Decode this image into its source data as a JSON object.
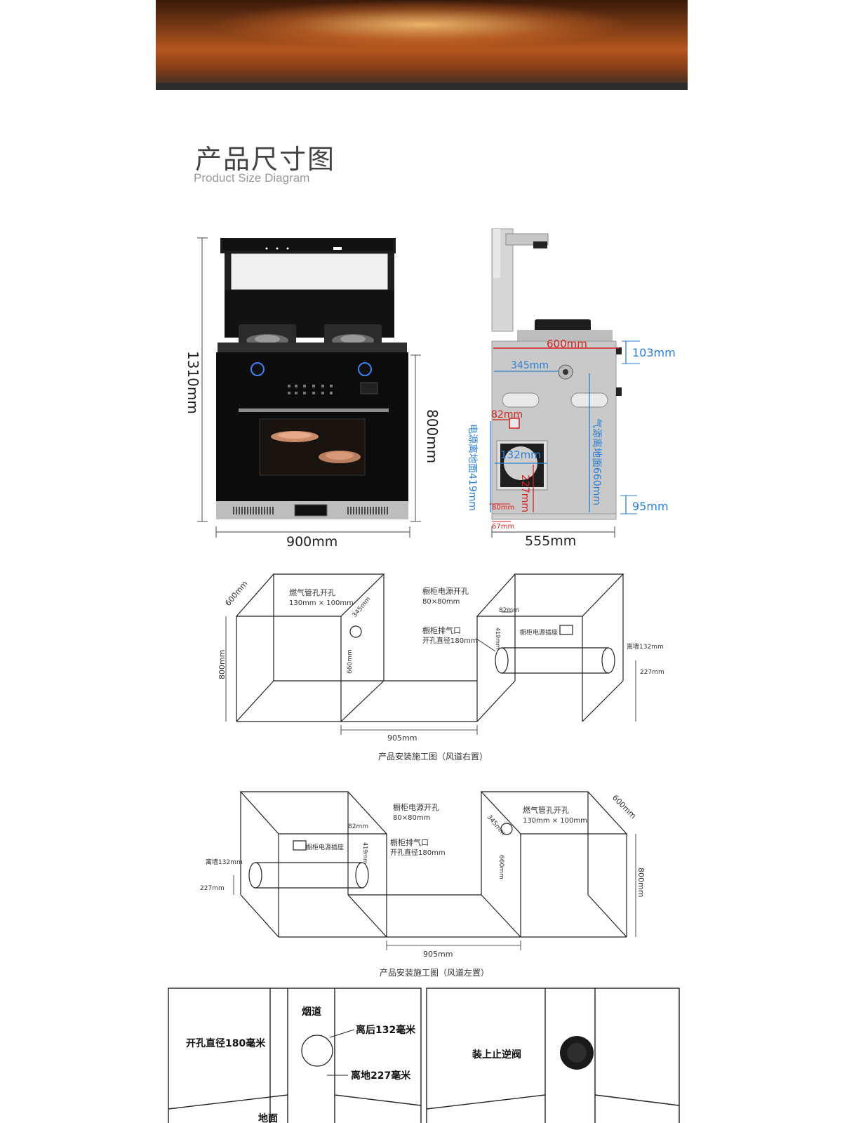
{
  "header": {
    "title_cn": "产品尺寸图",
    "title_en": "Product Size Diagram"
  },
  "front_view": {
    "height_total": "1310mm",
    "height_body": "800mm",
    "width": "900mm"
  },
  "side_view": {
    "top_width": "600mm",
    "depth_345": "345mm",
    "top_gap": "103mm",
    "offset_82": "82mm",
    "power_height_v": "电源离地面419mm",
    "gas_height_v": "气源离地面660mm",
    "vent_dia": "132mm",
    "vent_height": "227mm",
    "bottom_gap": "95mm",
    "bottom_80": "80mm",
    "bottom_67": "67mm",
    "depth": "555mm"
  },
  "install_right": {
    "depth_600": "600mm",
    "gas_hole_title": "燃气管孔开孔",
    "gas_hole_size": "130mm × 100mm",
    "offset_345": "345mm",
    "height_800": "800mm",
    "gas_660": "660mm",
    "power_hole_title": "橱柜电源开孔",
    "power_hole_size": "80×80mm",
    "exhaust_title": "橱柜排气口",
    "exhaust_size": "开孔直径180mm",
    "offset_82": "82mm",
    "power_419": "419mm",
    "socket_label": "橱柜电源插座",
    "wall_132": "离墙132mm",
    "height_227": "227mm",
    "width_905": "905mm",
    "caption": "产品安装施工图（风道右置）"
  },
  "install_left": {
    "power_hole_title": "橱柜电源开孔",
    "power_hole_size": "80×80mm",
    "offset_82": "82mm",
    "exhaust_title": "橱柜排气口",
    "exhaust_size": "开孔直径180mm",
    "power_419": "419mm",
    "socket_label": "橱柜电源插座",
    "wall_132": "离墙132mm",
    "height_227": "227mm",
    "gas_hole_title": "燃气管孔开孔",
    "gas_hole_size": "130mm × 100mm",
    "offset_345": "345mm",
    "depth_600": "600mm",
    "gas_660": "660mm",
    "height_800": "800mm",
    "width_905": "905mm",
    "caption": "产品安装施工图（风道左置）"
  },
  "duct_panel_left": {
    "hole_label": "开孔直径180毫米",
    "flue_label": "烟道",
    "back_label": "离后132毫米",
    "ground_label": "离地227毫米",
    "floor_label": "地面"
  },
  "duct_panel_right": {
    "valve_label": "装上止逆阀"
  }
}
